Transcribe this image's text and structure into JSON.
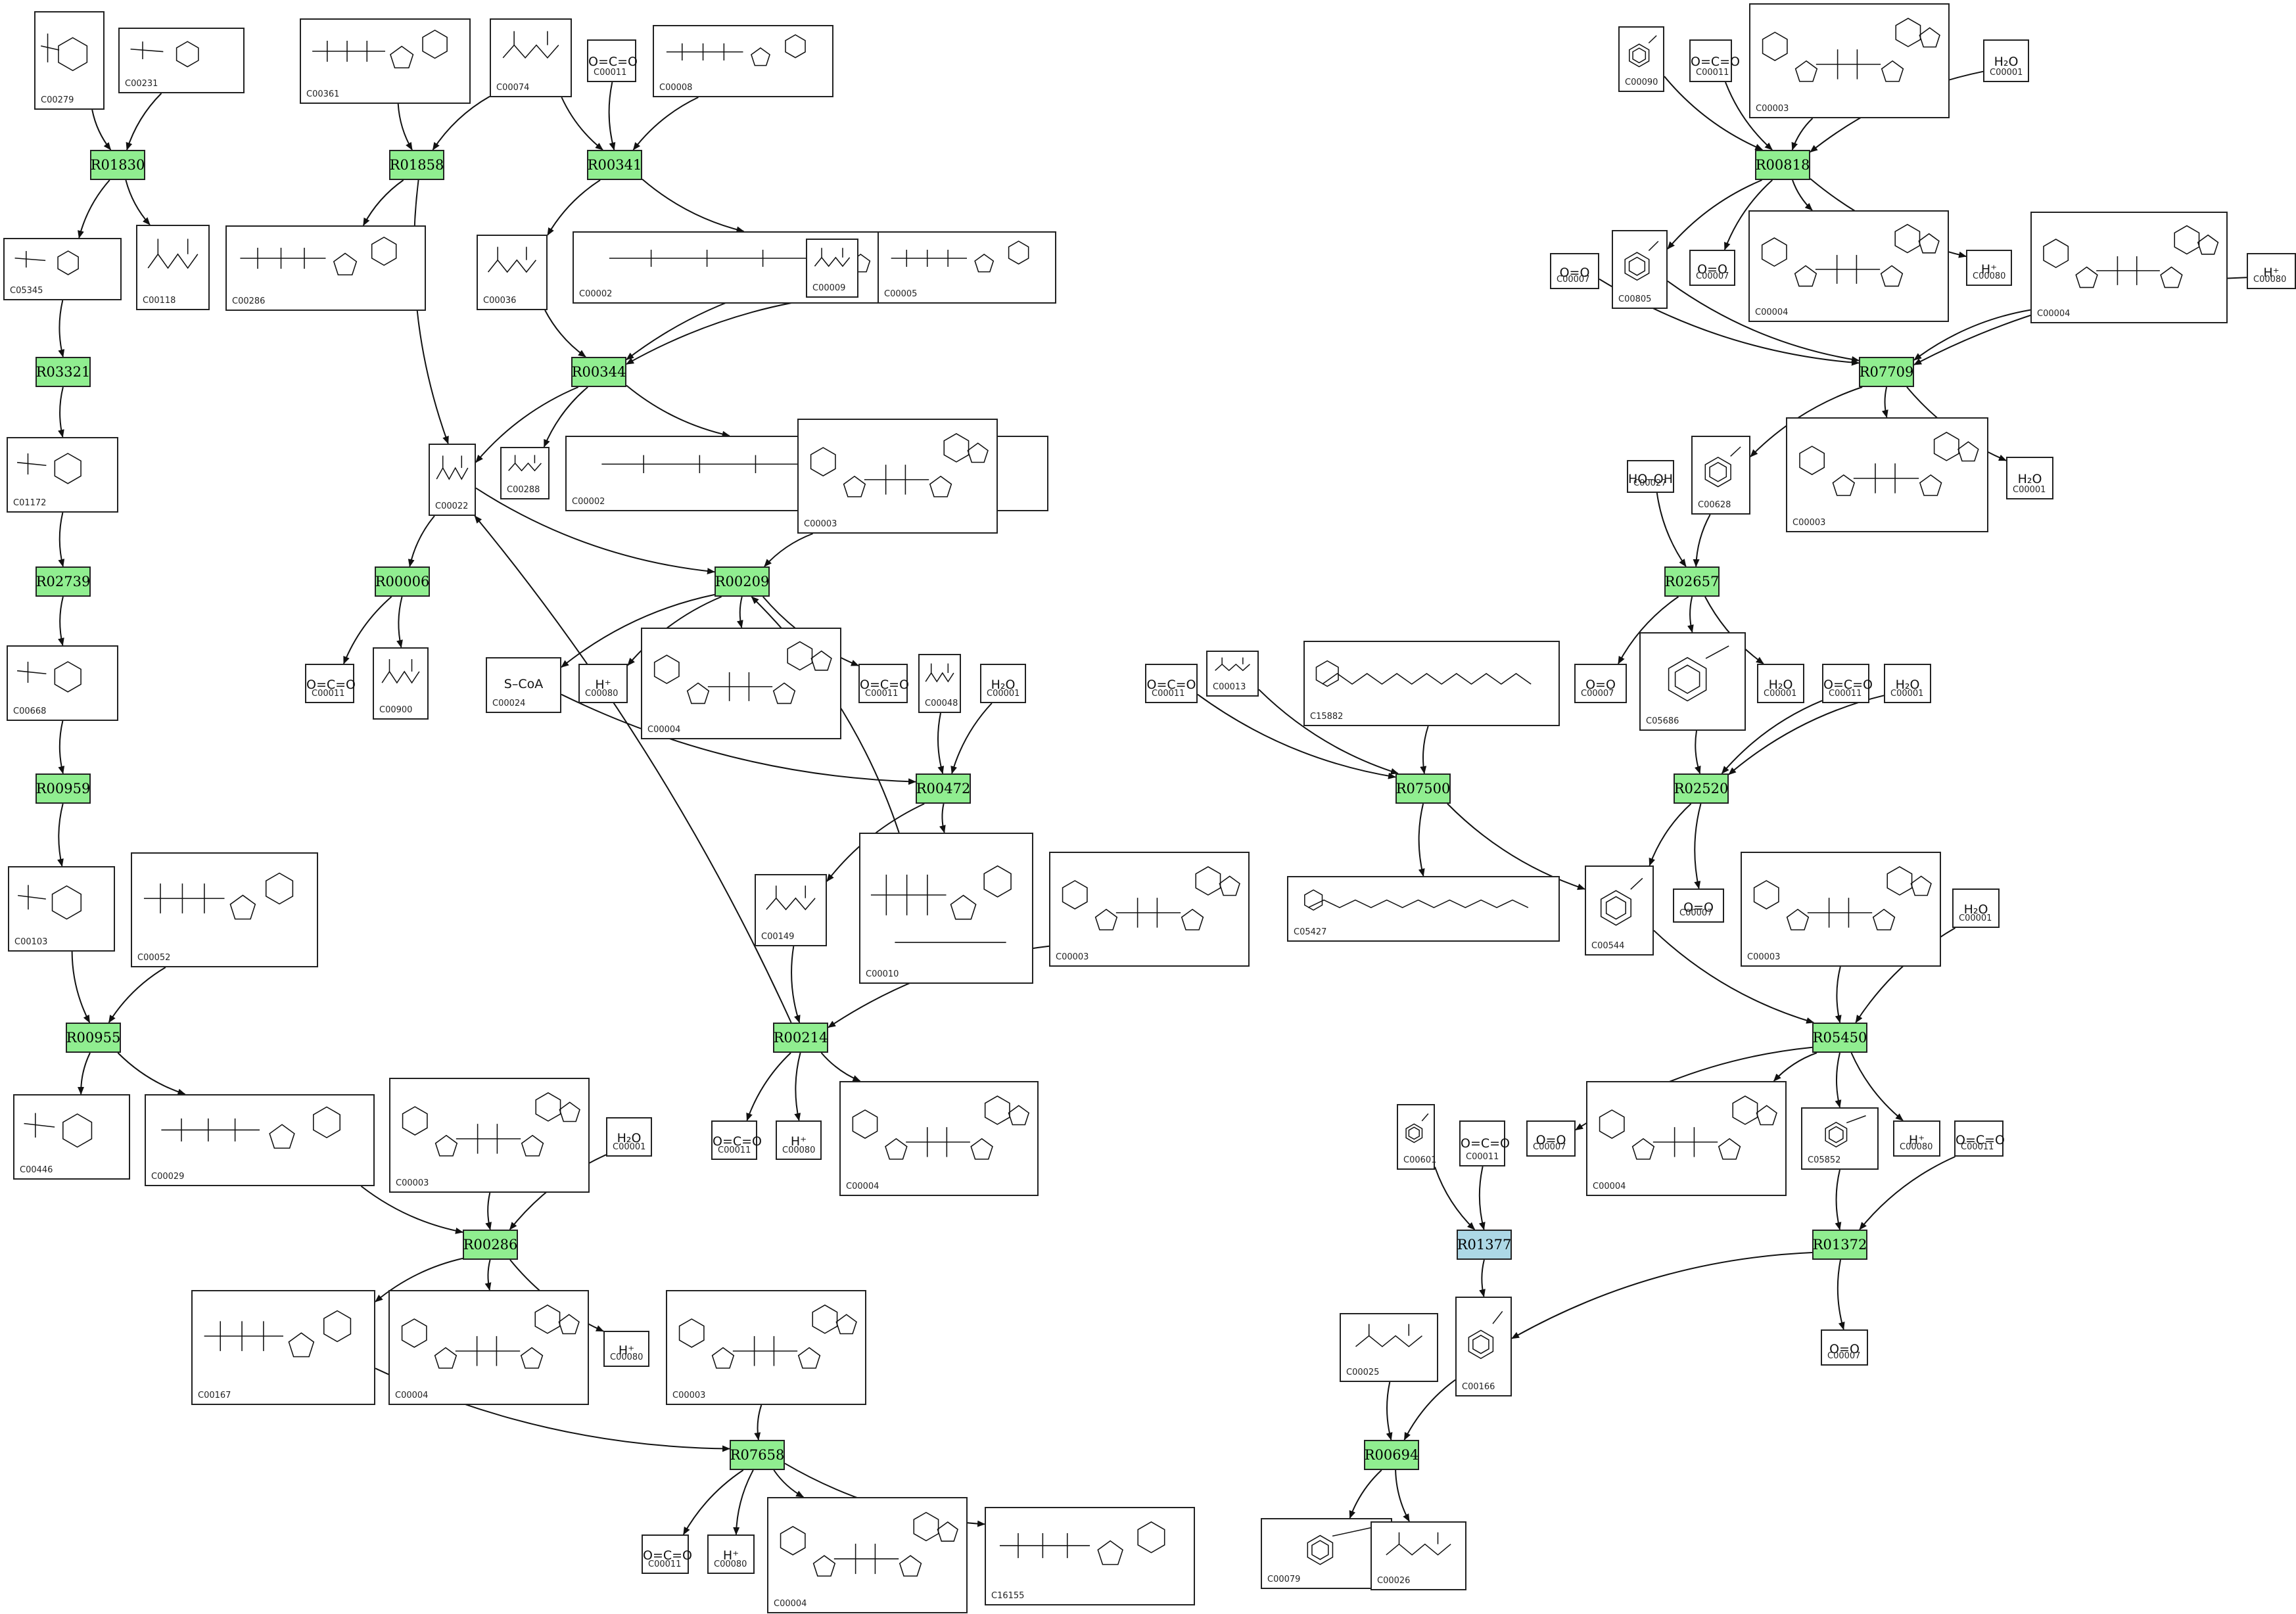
{
  "colors": {
    "reaction": "#90ee90",
    "reaction_highlight": "#add8e6",
    "edge": "#111111",
    "compound_border": "#222222"
  },
  "reactions": [
    {
      "id": "R01830",
      "label": "R01830"
    },
    {
      "id": "R01858",
      "label": "R01858"
    },
    {
      "id": "R00341",
      "label": "R00341"
    },
    {
      "id": "R00818",
      "label": "R00818"
    },
    {
      "id": "R03321",
      "label": "R03321"
    },
    {
      "id": "R00344",
      "label": "R00344"
    },
    {
      "id": "R07709",
      "label": "R07709"
    },
    {
      "id": "R02739",
      "label": "R02739"
    },
    {
      "id": "R00006",
      "label": "R00006"
    },
    {
      "id": "R00209",
      "label": "R00209"
    },
    {
      "id": "R02657",
      "label": "R02657"
    },
    {
      "id": "R00959",
      "label": "R00959"
    },
    {
      "id": "R00472",
      "label": "R00472"
    },
    {
      "id": "R07500",
      "label": "R07500"
    },
    {
      "id": "R02520",
      "label": "R02520"
    },
    {
      "id": "R00955",
      "label": "R00955"
    },
    {
      "id": "R00214",
      "label": "R00214"
    },
    {
      "id": "R05450",
      "label": "R05450"
    },
    {
      "id": "R00286",
      "label": "R00286"
    },
    {
      "id": "R01377",
      "label": "R01377",
      "highlight": true
    },
    {
      "id": "R01372",
      "label": "R01372"
    },
    {
      "id": "R07658",
      "label": "R07658"
    },
    {
      "id": "R00694",
      "label": "R00694"
    }
  ],
  "compounds": [
    {
      "id": "c1",
      "code": "C00279",
      "icon": "sugar-phosphate-structure"
    },
    {
      "id": "c2",
      "code": "C00231",
      "icon": "sugar-phosphate-structure"
    },
    {
      "id": "c3",
      "code": "C00361",
      "icon": "nucleotide-structure"
    },
    {
      "id": "c4",
      "code": "C00074",
      "icon": "small-molecule-structure"
    },
    {
      "id": "c5",
      "code": "C00011",
      "text": "O=C=O"
    },
    {
      "id": "c6",
      "code": "C00008",
      "icon": "nucleotide-structure"
    },
    {
      "id": "c7",
      "code": "C00090",
      "icon": "aromatic-structure"
    },
    {
      "id": "c8",
      "code": "C00011",
      "text": "O=C=O"
    },
    {
      "id": "c9",
      "code": "C00003",
      "icon": "nad-structure"
    },
    {
      "id": "c10",
      "code": "C00001",
      "text": "H₂O"
    },
    {
      "id": "c11",
      "code": "C05345",
      "icon": "sugar-phosphate-structure"
    },
    {
      "id": "c12",
      "code": "C00118",
      "icon": "small-molecule-structure"
    },
    {
      "id": "c13",
      "code": "C00286",
      "icon": "nucleotide-structure"
    },
    {
      "id": "c14",
      "code": "C00036",
      "icon": "small-molecule-structure"
    },
    {
      "id": "c15",
      "code": "C00002",
      "icon": "nucleotide-structure"
    },
    {
      "id": "c16",
      "code": "C00009",
      "icon": "small-molecule-structure"
    },
    {
      "id": "c17",
      "code": "C00005",
      "icon": "nucleotide-structure"
    },
    {
      "id": "c18",
      "code": "C00805",
      "icon": "aromatic-structure"
    },
    {
      "id": "c19",
      "code": "C00007",
      "text": "O=O"
    },
    {
      "id": "c20",
      "code": "C00004",
      "icon": "nad-structure"
    },
    {
      "id": "c21",
      "code": "C00080",
      "text": "H⁺"
    },
    {
      "id": "c22",
      "code": "C00007",
      "text": "O=O"
    },
    {
      "id": "c23",
      "code": "C00004",
      "icon": "nad-structure"
    },
    {
      "id": "c24",
      "code": "C00080",
      "text": "H⁺"
    },
    {
      "id": "c25",
      "code": "C01172",
      "icon": "sugar-phosphate-structure"
    },
    {
      "id": "c26",
      "code": "C00022",
      "icon": "small-molecule-structure"
    },
    {
      "id": "c27",
      "code": "C00288",
      "icon": "small-molecule-structure"
    },
    {
      "id": "c28",
      "code": "C00002",
      "icon": "nucleotide-structure"
    },
    {
      "id": "c29",
      "code": "C00003",
      "icon": "nad-structure"
    },
    {
      "id": "c30",
      "code": "C00027",
      "text": "HO–OH"
    },
    {
      "id": "c31",
      "code": "C00628",
      "icon": "aromatic-structure"
    },
    {
      "id": "c32",
      "code": "C00003",
      "icon": "nad-structure"
    },
    {
      "id": "c33",
      "code": "C00001",
      "text": "H₂O"
    },
    {
      "id": "c34",
      "code": "C00668",
      "icon": "sugar-phosphate-structure"
    },
    {
      "id": "c35",
      "code": "C00011",
      "text": "O=C=O"
    },
    {
      "id": "c36",
      "code": "C00900",
      "icon": "small-molecule-structure"
    },
    {
      "id": "c37",
      "code": "C00024",
      "text": "S–CoA"
    },
    {
      "id": "c38",
      "code": "C00080",
      "text": "H⁺"
    },
    {
      "id": "c39",
      "code": "C00004",
      "icon": "nad-structure"
    },
    {
      "id": "c40",
      "code": "C00011",
      "text": "O=C=O"
    },
    {
      "id": "c41",
      "code": "C00048",
      "icon": "small-molecule-structure"
    },
    {
      "id": "c42",
      "code": "C00001",
      "text": "H₂O"
    },
    {
      "id": "c43",
      "code": "C00011",
      "text": "O=C=O"
    },
    {
      "id": "c44",
      "code": "C00013",
      "icon": "small-molecule-structure"
    },
    {
      "id": "c45",
      "code": "C15882",
      "icon": "prenyl-chain-structure"
    },
    {
      "id": "c46",
      "code": "C00007",
      "text": "O=O"
    },
    {
      "id": "c47",
      "code": "C05686",
      "icon": "aromatic-structure"
    },
    {
      "id": "c48",
      "code": "C00001",
      "text": "H₂O"
    },
    {
      "id": "c49",
      "code": "C00011",
      "text": "O=C=O"
    },
    {
      "id": "c50",
      "code": "C00001",
      "text": "H₂O"
    },
    {
      "id": "c51",
      "code": "C00103",
      "icon": "sugar-phosphate-structure"
    },
    {
      "id": "c52",
      "code": "C00052",
      "icon": "nucleotide-structure"
    },
    {
      "id": "c53",
      "code": "C00149",
      "icon": "small-molecule-structure"
    },
    {
      "id": "c54",
      "code": "C00010",
      "icon": "coa-structure"
    },
    {
      "id": "c55",
      "code": "C00003",
      "icon": "nad-structure"
    },
    {
      "id": "c56",
      "code": "C05427",
      "icon": "prenyl-chain-structure"
    },
    {
      "id": "c57",
      "code": "C00007",
      "text": "O=O"
    },
    {
      "id": "c58",
      "code": "C00544",
      "icon": "aromatic-structure"
    },
    {
      "id": "c59",
      "code": "C00003",
      "icon": "nad-structure"
    },
    {
      "id": "c60",
      "code": "C00001",
      "text": "H₂O"
    },
    {
      "id": "c61",
      "code": "C00446",
      "icon": "sugar-phosphate-structure"
    },
    {
      "id": "c62",
      "code": "C00029",
      "icon": "nucleotide-structure"
    },
    {
      "id": "c63",
      "code": "C00003",
      "icon": "nad-structure"
    },
    {
      "id": "c64",
      "code": "C00001",
      "text": "H₂O"
    },
    {
      "id": "c65",
      "code": "C00011",
      "text": "O=C=O"
    },
    {
      "id": "c66",
      "code": "C00080",
      "text": "H⁺"
    },
    {
      "id": "c67",
      "code": "C00004",
      "icon": "nad-structure"
    },
    {
      "id": "c68",
      "code": "C00007",
      "text": "O=O"
    },
    {
      "id": "c69",
      "code": "C00004",
      "icon": "nad-structure"
    },
    {
      "id": "c70",
      "code": "C05852",
      "icon": "aromatic-structure"
    },
    {
      "id": "c71",
      "code": "C00080",
      "text": "H⁺"
    },
    {
      "id": "c72",
      "code": "C00011",
      "text": "O=C=O"
    },
    {
      "id": "c73",
      "code": "C00601",
      "icon": "aromatic-structure"
    },
    {
      "id": "c74",
      "code": "C00011",
      "text": "O=C=O"
    },
    {
      "id": "c75",
      "code": "C00167",
      "icon": "nucleotide-structure"
    },
    {
      "id": "c76",
      "code": "C00004",
      "icon": "nad-structure"
    },
    {
      "id": "c77",
      "code": "C00080",
      "text": "H⁺"
    },
    {
      "id": "c78",
      "code": "C00003",
      "icon": "nad-structure"
    },
    {
      "id": "c79",
      "code": "C00025",
      "icon": "small-molecule-structure"
    },
    {
      "id": "c80",
      "code": "C00166",
      "icon": "aromatic-structure"
    },
    {
      "id": "c81",
      "code": "C00007",
      "text": "O=O"
    },
    {
      "id": "c82",
      "code": "C00011",
      "text": "O=C=O"
    },
    {
      "id": "c83",
      "code": "C00080",
      "text": "H⁺"
    },
    {
      "id": "c84",
      "code": "C00004",
      "icon": "nad-structure"
    },
    {
      "id": "c85",
      "code": "C16155",
      "icon": "nucleotide-structure"
    },
    {
      "id": "c86",
      "code": "C00079",
      "icon": "aromatic-structure"
    },
    {
      "id": "c87",
      "code": "C00026",
      "icon": "small-molecule-structure"
    }
  ],
  "edges": [
    [
      "c1",
      "R01830"
    ],
    [
      "c2",
      "R01830"
    ],
    [
      "R01830",
      "c11"
    ],
    [
      "R01830",
      "c12"
    ],
    [
      "c11",
      "R03321"
    ],
    [
      "R03321",
      "c25"
    ],
    [
      "c25",
      "R02739"
    ],
    [
      "R02739",
      "c34"
    ],
    [
      "c34",
      "R00959"
    ],
    [
      "R00959",
      "c51"
    ],
    [
      "c51",
      "R00955"
    ],
    [
      "c52",
      "R00955"
    ],
    [
      "R00955",
      "c61"
    ],
    [
      "R00955",
      "c62"
    ],
    [
      "c3",
      "R01858"
    ],
    [
      "c4",
      "R01858"
    ],
    [
      "R01858",
      "c13"
    ],
    [
      "R01858",
      "c26"
    ],
    [
      "c4",
      "R00341"
    ],
    [
      "c5",
      "R00341"
    ],
    [
      "c6",
      "R00341"
    ],
    [
      "R00341",
      "c14"
    ],
    [
      "R00341",
      "c15"
    ],
    [
      "c14",
      "R00344"
    ],
    [
      "c16",
      "R00344"
    ],
    [
      "c17",
      "R00344"
    ],
    [
      "R00344",
      "c26"
    ],
    [
      "R00344",
      "c27"
    ],
    [
      "R00344",
      "c28"
    ],
    [
      "c26",
      "R00006"
    ],
    [
      "R00006",
      "c35"
    ],
    [
      "R00006",
      "c36"
    ],
    [
      "c26",
      "R00209"
    ],
    [
      "c29",
      "R00209"
    ],
    [
      "R00209",
      "c37"
    ],
    [
      "R00209",
      "c38"
    ],
    [
      "R00209",
      "c39"
    ],
    [
      "R00209",
      "c40"
    ],
    [
      "c37",
      "R00472"
    ],
    [
      "c41",
      "R00472"
    ],
    [
      "c42",
      "R00472"
    ],
    [
      "R00472",
      "c53"
    ],
    [
      "R00472",
      "c54"
    ],
    [
      "c54",
      "R00209"
    ],
    [
      "c53",
      "R00214"
    ],
    [
      "c55",
      "R00214"
    ],
    [
      "R00214",
      "c26"
    ],
    [
      "R00214",
      "c65"
    ],
    [
      "R00214",
      "c66"
    ],
    [
      "R00214",
      "c67"
    ],
    [
      "c62",
      "R00286"
    ],
    [
      "c63",
      "R00286"
    ],
    [
      "c64",
      "R00286"
    ],
    [
      "R00286",
      "c75"
    ],
    [
      "R00286",
      "c76"
    ],
    [
      "R00286",
      "c77"
    ],
    [
      "c75",
      "R07658"
    ],
    [
      "c78",
      "R07658"
    ],
    [
      "R07658",
      "c82"
    ],
    [
      "R07658",
      "c83"
    ],
    [
      "R07658",
      "c84"
    ],
    [
      "R07658",
      "c85"
    ],
    [
      "c7",
      "R00818"
    ],
    [
      "c8",
      "R00818"
    ],
    [
      "c9",
      "R00818"
    ],
    [
      "c10",
      "R00818"
    ],
    [
      "R00818",
      "c18"
    ],
    [
      "R00818",
      "c19"
    ],
    [
      "R00818",
      "c20"
    ],
    [
      "R00818",
      "c21"
    ],
    [
      "c18",
      "R07709"
    ],
    [
      "c22",
      "R07709"
    ],
    [
      "c23",
      "R07709"
    ],
    [
      "c24",
      "R07709"
    ],
    [
      "R07709",
      "c31"
    ],
    [
      "R07709",
      "c32"
    ],
    [
      "R07709",
      "c33"
    ],
    [
      "c30",
      "R02657"
    ],
    [
      "c31",
      "R02657"
    ],
    [
      "R02657",
      "c46"
    ],
    [
      "R02657",
      "c47"
    ],
    [
      "R02657",
      "c48"
    ],
    [
      "c47",
      "R02520"
    ],
    [
      "c49",
      "R02520"
    ],
    [
      "c50",
      "R02520"
    ],
    [
      "R02520",
      "c58"
    ],
    [
      "R02520",
      "c57"
    ],
    [
      "c43",
      "R07500"
    ],
    [
      "c44",
      "R07500"
    ],
    [
      "c45",
      "R07500"
    ],
    [
      "R07500",
      "c56"
    ],
    [
      "R07500",
      "c58"
    ],
    [
      "c58",
      "R05450"
    ],
    [
      "c59",
      "R05450"
    ],
    [
      "c60",
      "R05450"
    ],
    [
      "R05450",
      "c68"
    ],
    [
      "R05450",
      "c69"
    ],
    [
      "R05450",
      "c70"
    ],
    [
      "R05450",
      "c71"
    ],
    [
      "c70",
      "R01372"
    ],
    [
      "c72",
      "R01372"
    ],
    [
      "R01372",
      "c80"
    ],
    [
      "R01372",
      "c81"
    ],
    [
      "c73",
      "R01377"
    ],
    [
      "c74",
      "R01377"
    ],
    [
      "R01377",
      "c80"
    ],
    [
      "c79",
      "R00694"
    ],
    [
      "c80",
      "R00694"
    ],
    [
      "R00694",
      "c86"
    ],
    [
      "R00694",
      "c87"
    ]
  ]
}
